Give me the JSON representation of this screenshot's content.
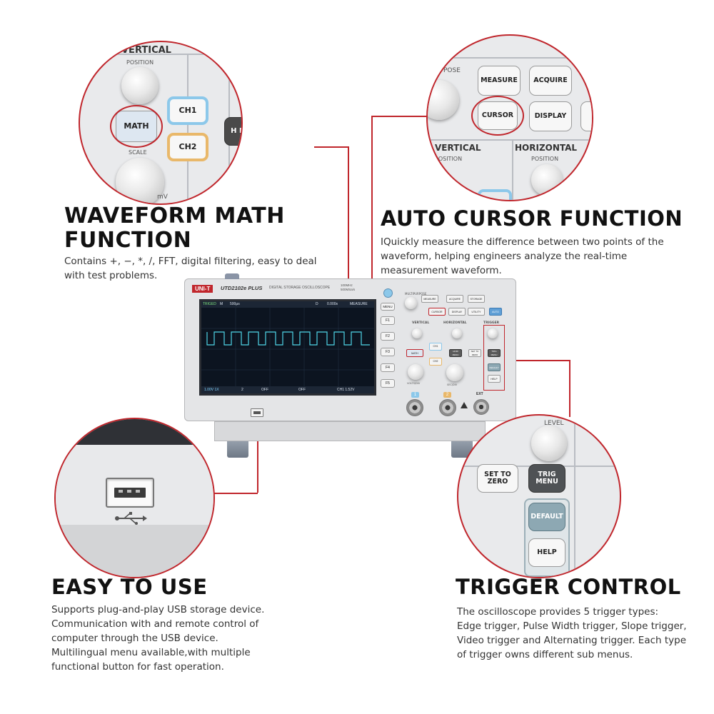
{
  "waveform_math": {
    "title_line1": "WAVEFORM MATH",
    "title_line2": "FUNCTION",
    "description_line1": "Contains +, −, *, /, FFT, digital filtering, easy to deal",
    "description_line2": "with test problems."
  },
  "auto_cursor": {
    "title": "AUTO CURSOR FUNCTION",
    "description_line1": "IQuickly measure the difference between two points of the",
    "description_line2": "waveform, helping engineers analyze the real-time",
    "description_line3": "measurement waveform."
  },
  "easy_to_use": {
    "title": "EASY TO USE",
    "description_line1": "Supports plug-and-play USB storage device.",
    "description_line2": "Communication with and remote control of",
    "description_line3": "computer through the USB device.",
    "description_line4": "Multilingual menu available,with multiple",
    "description_line5": "functional button for fast operation."
  },
  "trigger_control": {
    "title": "TRIGGER CONTROL",
    "description_line1": "The oscilloscope provides 5 trigger types:",
    "description_line2": "Edge trigger, Pulse Width trigger, Slope trigger,",
    "description_line3": "Video trigger and Alternating trigger. Each type",
    "description_line4": "of trigger owns different sub menus."
  },
  "zoom_vertical": {
    "section_label": "VERTICAL",
    "position_label": "POSITION",
    "scale_label": "SCALE",
    "unit_label": "mV",
    "math_button": "MATH",
    "ch1_button": "CH1",
    "ch2_button": "CH2",
    "partial_button": "H M"
  },
  "zoom_cursor": {
    "measure_button": "MEASURE",
    "acquire_button": "ACQUIRE",
    "cursor_button": "CURSOR",
    "display_button": "DISPLAY",
    "vertical_label": "VERTICAL",
    "horizontal_label": "HORIZONTAL",
    "position_label": "POSITION",
    "partial_label": "POSE"
  },
  "zoom_trigger": {
    "level_label": "LEVEL",
    "set_to_zero_button": "SET TO ZERO",
    "trig_menu_button": "TRIG MENU",
    "default_button": "DEFAULT",
    "help_button": "HELP"
  },
  "device": {
    "brand": "UNI-T",
    "model": "UTD2102e PLUS",
    "subtitle": "DIGITAL STORAGE OSCILLOSCOPE",
    "spec": "100MHz 500MSa/s",
    "screen_status": "TRIGED",
    "screen_m": "M",
    "screen_timebase": "500μs",
    "screen_d": "D",
    "screen_delay": "0.000s",
    "screen_measure": "MEASURE",
    "screen_ch1": "1.00V 1X",
    "screen_ch2_num": "2",
    "screen_off1": "OFF",
    "screen_off2": "OFF",
    "screen_trig": "CH1 1.52V",
    "menu_button": "MENU",
    "f_buttons": [
      "F1",
      "F2",
      "F3",
      "F4",
      "F5"
    ],
    "multipurpose_label": "MULTIPURPOSE",
    "measure_button": "MEASURE",
    "acquire_button": "ACQUIRE",
    "storage_button": "STORAGE",
    "cursor_button": "CURSOR",
    "display_button": "DISPLAY",
    "utility_button": "UTILITY",
    "auto_button": "AUTO",
    "vertical_label": "VERTICAL",
    "horizontal_label": "HORIZONTAL",
    "trigger_label": "TRIGGER",
    "ch1_button": "CH1",
    "ch2_button": "CH2",
    "math_button": "MATH",
    "hori_menu_button": "HORI MENU",
    "set_to_zero_button": "SET TO ZERO",
    "trig_menu_button": "TRIG MENU",
    "default_button": "DEFAULT",
    "help_button": "HELP",
    "volts_label": "VOLTS/DIV",
    "sec_label": "SEC/DIV",
    "ch1_jack": "1",
    "ch2_jack": "2",
    "ext_jack": "EXT"
  },
  "colors": {
    "callout_red": "#c0262c",
    "ch1_blue": "#8cc8ea",
    "ch2_amber": "#e9b86a",
    "waveform_cyan": "#4fd6e8",
    "screen_bg": "#0c1420",
    "panel_grey": "#e2e3e5"
  }
}
